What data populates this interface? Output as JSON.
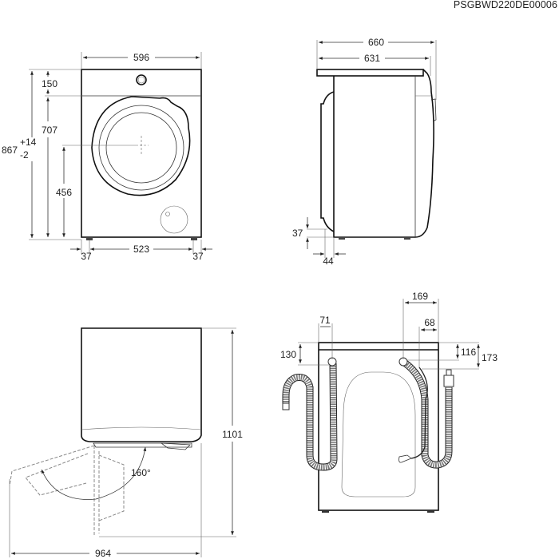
{
  "document_code": "PSGBWD220DE00006",
  "front_view": {
    "width": "596",
    "top_panel": "150",
    "door_top_to_floor": "707",
    "door_center_height": "456",
    "total_height": "867",
    "height_tolerance_plus": "+14",
    "height_tolerance_minus": "-2",
    "foot_offset_left": "37",
    "feet_spacing": "523",
    "foot_offset_right": "37"
  },
  "side_view": {
    "total_depth": "660",
    "body_depth": "631",
    "foot_height": "37",
    "rear_offset": "44"
  },
  "top_view": {
    "door_open_height": "1101",
    "door_open_angle": "160°",
    "door_open_depth": "964"
  },
  "rear_view": {
    "drain_offset_x": "71",
    "drain_offset_y": "130",
    "inlet_offset_x": "169",
    "cable_offset_x": "68",
    "inlet_offset_y": "116",
    "cable_offset_y": "173"
  }
}
